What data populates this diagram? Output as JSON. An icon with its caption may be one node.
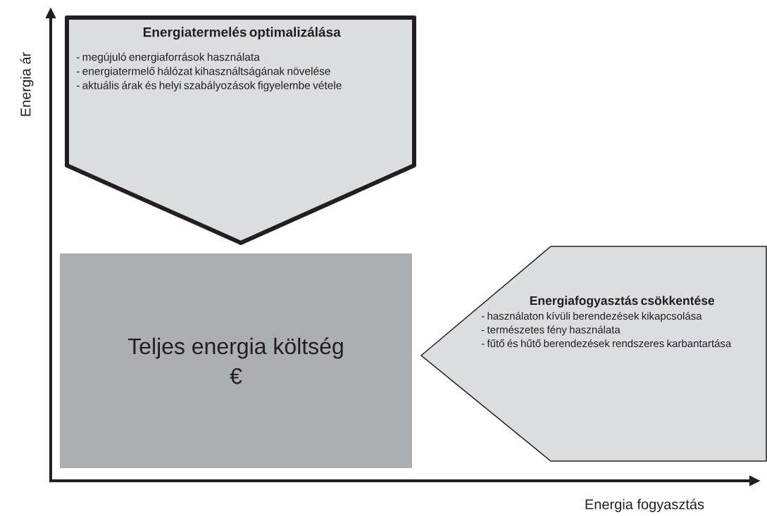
{
  "diagram": {
    "nodes": [
      {
        "text": [
          "Energiatermelés optimalizálása",
          "- megújuló energiaforrások használata",
          "- energiatermelő hálózat kihasználtságának növelése",
          "- aktuális árak és helyi szabályozások figyelembe vétele"
        ]
      },
      {
        "text": [
          "Teljes energia költség",
          "€"
        ]
      },
      {
        "text": [
          "Energiafogyasztás csökkentése",
          "- használaton kívüli berendezések kikapcsolása",
          "- természetes fény használata",
          "- fűtő és hűtő berendezések rendszeres karbantartása"
        ]
      }
    ],
    "labels": [
      "Energia ár",
      "Energia fogyasztás"
    ]
  }
}
